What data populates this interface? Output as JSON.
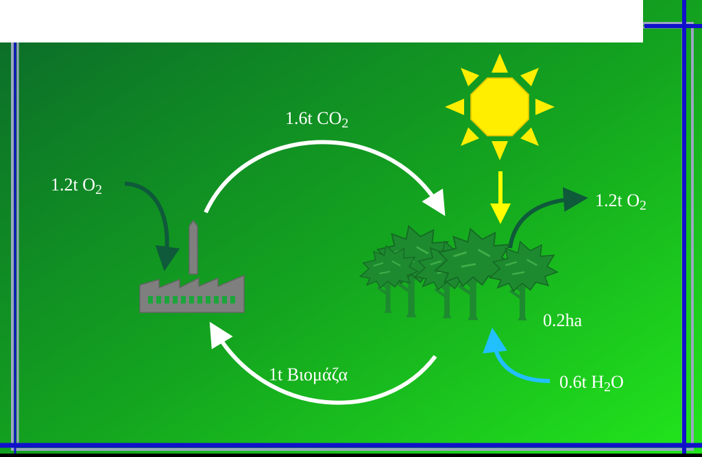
{
  "colors": {
    "background_dark": "#0b6a2a",
    "background_light": "#1ee21e",
    "frame_blue": "#1111cc",
    "frame_line": "#9aa7c0",
    "cycle_arrow": "#ffffff",
    "oxygen_arrow": "#0e5a3a",
    "sun_arrow": "#ffff00",
    "water_arrow": "#22c0ff",
    "sun": "#ffee00",
    "factory": "#7f7f7f",
    "factory_window": "#1aa63a",
    "tree": "#1e8a30"
  },
  "icons": {
    "sun": "sun-icon",
    "factory": "factory-icon",
    "forest": "forest-trees-icon"
  },
  "labels": {
    "co2": {
      "main": "1.6t CO",
      "sub": "2"
    },
    "o2_in": {
      "main": "1.2t O",
      "sub": "2"
    },
    "o2_out": {
      "main": "1.2t O",
      "sub": "2"
    },
    "biomass": {
      "main": "1t Βιομάζα"
    },
    "area": {
      "main": "0.2ha"
    },
    "water": {
      "main": "0.6t H",
      "sub": "2",
      "tail": "O"
    }
  }
}
